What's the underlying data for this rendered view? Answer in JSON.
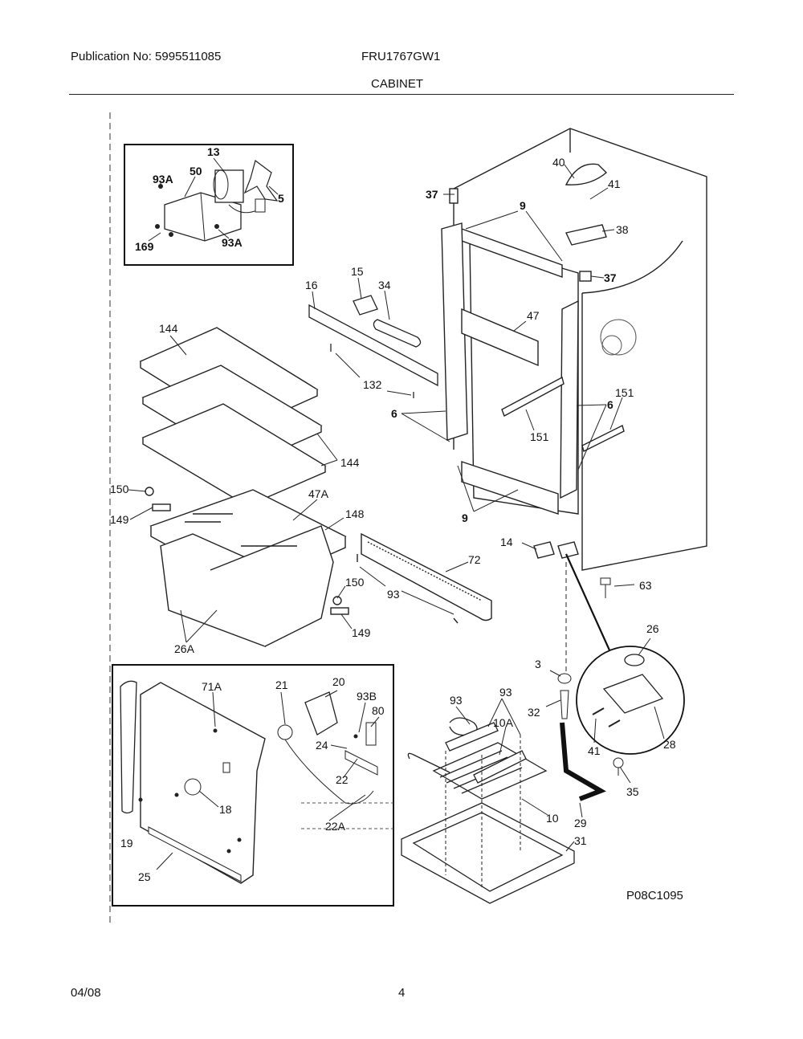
{
  "header": {
    "publication": "Publication No: 5995511085",
    "model": "FRU1767GW1",
    "section": "CABINET"
  },
  "footer": {
    "date": "04/08",
    "page": "4"
  },
  "figure_code": "P08C1095",
  "callouts": {
    "fan_inset": [
      "13",
      "93A",
      "50",
      "5",
      "169",
      "93A"
    ],
    "main": [
      "40",
      "41",
      "37",
      "9",
      "38",
      "37",
      "16",
      "15",
      "34",
      "47",
      "144",
      "132",
      "6",
      "6",
      "151",
      "151",
      "144",
      "47A",
      "148",
      "150",
      "149",
      "9",
      "14",
      "72",
      "63",
      "93",
      "150",
      "149",
      "26A",
      "26",
      "3",
      "32",
      "28",
      "41",
      "35"
    ],
    "lower_inset": [
      "71A",
      "21",
      "20",
      "93B",
      "80",
      "24",
      "22",
      "18",
      "22A",
      "19",
      "25"
    ],
    "drain": [
      "93",
      "93",
      "10A",
      "10",
      "29",
      "31"
    ]
  }
}
